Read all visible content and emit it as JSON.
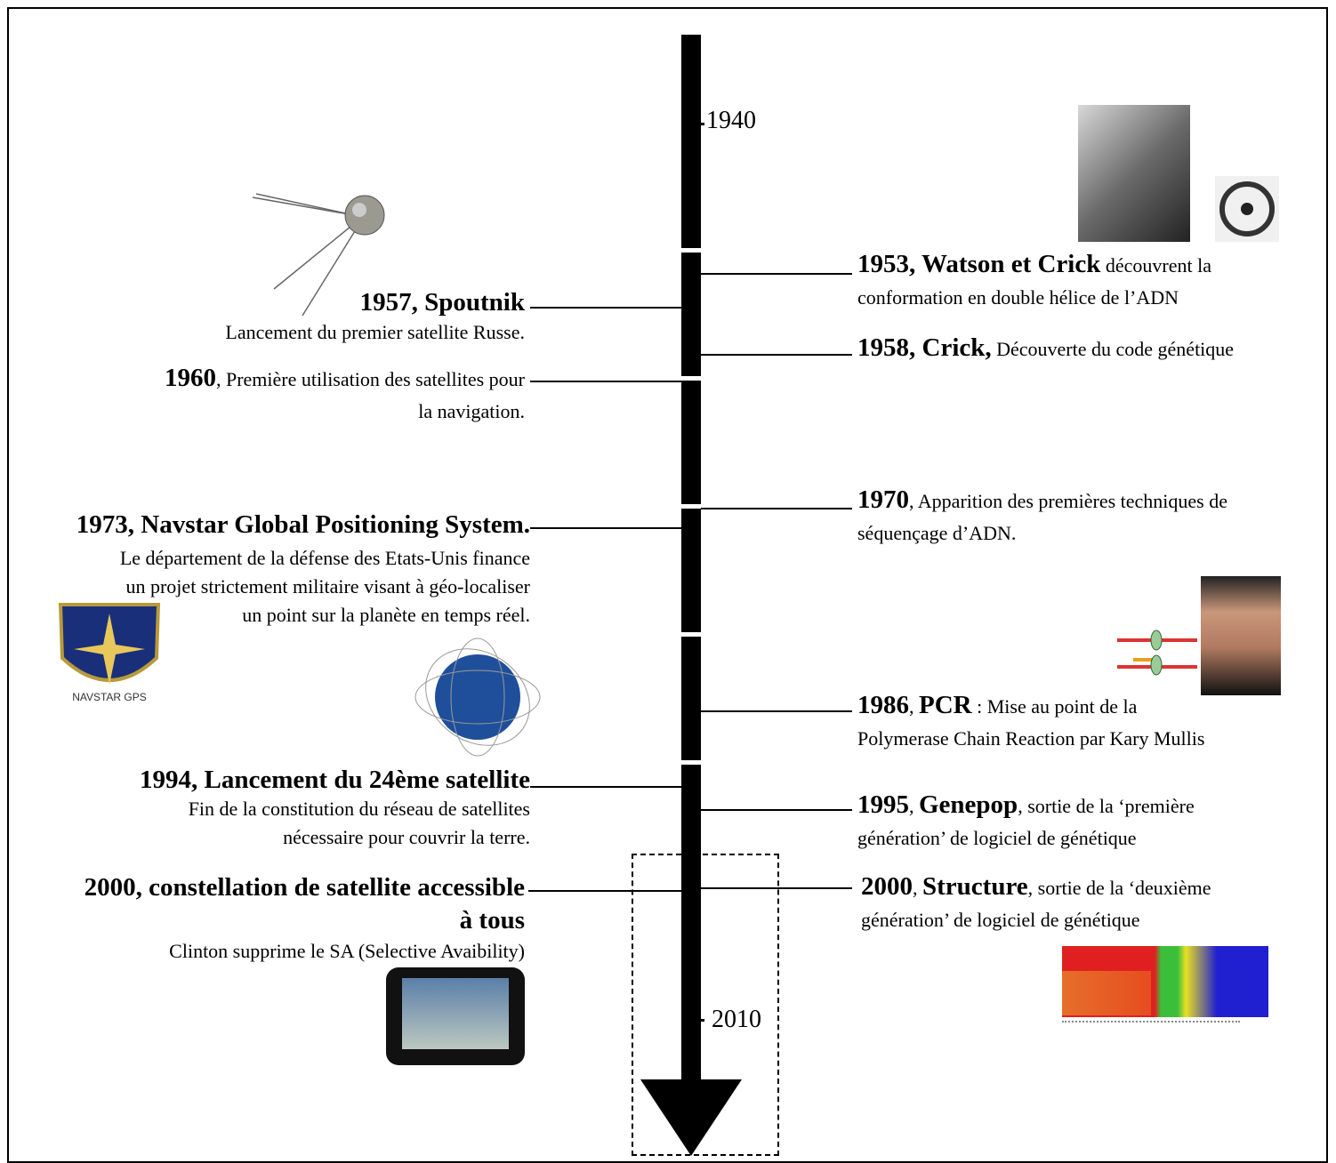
{
  "axis": {
    "start_label": "1940",
    "end_label": "2010"
  },
  "left_events": [
    {
      "year": "1957, Spoutnik",
      "title": "",
      "desc": "Lancement du premier satellite Russe."
    },
    {
      "year": "1960",
      "title": "",
      "desc_inline": ", Première utilisation des satellites pour",
      "desc": "la navigation."
    },
    {
      "year": "1973",
      "title": "Navstar Global Positioning System.",
      "desc_lines": [
        "Le département de la défense des Etats-Unis finance",
        "un projet strictement militaire visant à géo-localiser",
        "un point sur la planète en temps réel."
      ]
    },
    {
      "year": "1994, Lancement du 24ème satellite",
      "desc_lines": [
        "Fin de la constitution du réseau de satellites",
        "nécessaire pour couvrir la terre."
      ]
    },
    {
      "year": "2000, constellation de satellite accessible",
      "year2": "à tous",
      "desc": "Clinton supprime le SA (Selective Avaibility)"
    }
  ],
  "right_events": [
    {
      "bold": "1953, Watson et Crick",
      "rest": " découvrent la",
      "line2": "conformation en double hélice de l’ADN"
    },
    {
      "bold": "1958, Crick,",
      "rest": " Découverte du code génétique"
    },
    {
      "bold": "1970",
      "rest": ", Apparition des premières techniques de",
      "line2": "séquençage d’ADN."
    },
    {
      "bold": "1986",
      "sep": ", ",
      "bold2": "PCR",
      "rest": " : Mise au point de la",
      "line2": "Polymerase Chain Reaction par Kary Mullis"
    },
    {
      "bold": "1995",
      "sep": ", ",
      "bold2": "Genepop",
      "rest": ", sortie de la ‘première",
      "line2": "génération’ de logiciel de génétique"
    },
    {
      "bold": "2000",
      "sep": ", ",
      "bold2": "Structure",
      "rest": ", sortie de la ‘deuxième",
      "line2": "génération’ de logiciel de génétique"
    }
  ],
  "images": {
    "sputnik": "sputnik-satellite-picture",
    "watson_crick": "watson-crick-photo",
    "navstar_logo": "NAVSTAR GPS",
    "gps_globe": "gps-constellation-globe",
    "gps_device": "gps-device-picture",
    "mullis": "kary-mullis-photo",
    "structure_plot": "structure-plot-picture"
  }
}
